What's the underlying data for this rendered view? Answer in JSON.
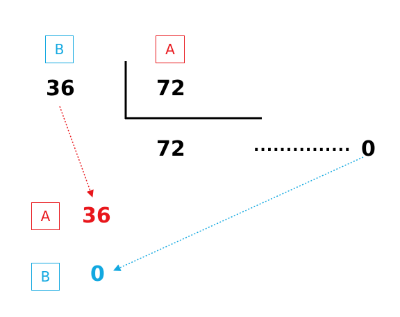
{
  "labels": {
    "top_b": "B",
    "top_a": "A",
    "bottom_a": "A",
    "bottom_b": "B"
  },
  "values": {
    "divisor": "36",
    "dividend": "72",
    "product": "72",
    "remainder": "0",
    "result_a": "36",
    "result_b": "0",
    "dots": "..............."
  },
  "colors": {
    "a": "#e8161b",
    "b": "#12a8e0",
    "text": "#000000"
  }
}
